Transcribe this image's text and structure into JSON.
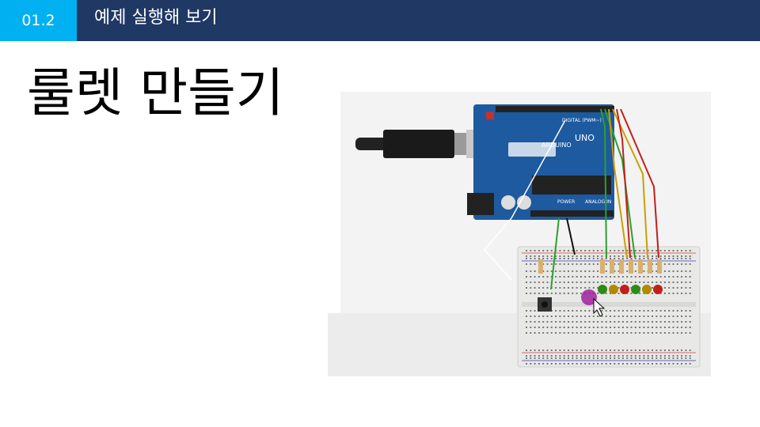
{
  "header": {
    "section_number": "01.2",
    "section_title": "예제 실행해 보기"
  },
  "slide": {
    "title": "룰렛 만들기"
  },
  "board": {
    "label_digital": "DIGITAL (PWM~)",
    "label_power": "POWER",
    "label_analog": "ANALOG IN",
    "label_uno": "UNO",
    "label_arduino": "ARDUINO",
    "led_colors": [
      "#2e8b1a",
      "#b08a00",
      "#c0201a",
      "#2e8b1a",
      "#b08a00",
      "#c0201a"
    ],
    "led_count": 6
  },
  "colors": {
    "header_bg": "#1f3864",
    "num_bg": "#00b0f0",
    "board_blue": "#1d5aa0"
  }
}
